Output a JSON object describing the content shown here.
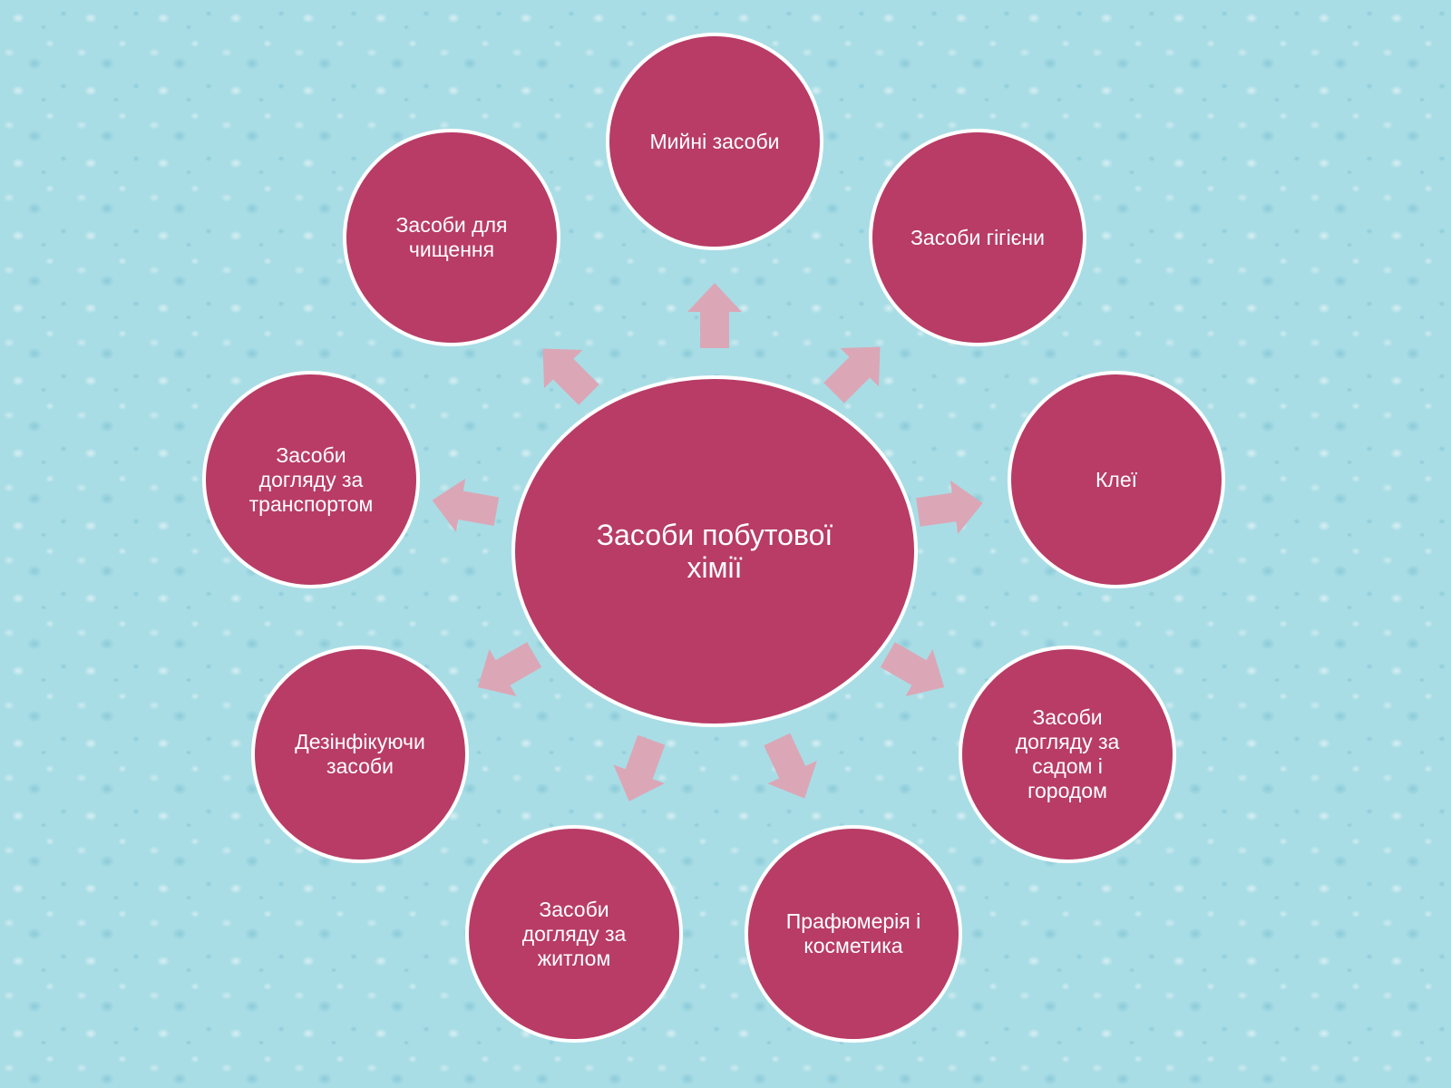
{
  "center": {
    "label": "Засоби побутової\nхімії"
  },
  "nodes": [
    {
      "id": "washing",
      "label": "Мийні засоби"
    },
    {
      "id": "hygiene",
      "label": "Засоби гігієни"
    },
    {
      "id": "glues",
      "label": "Клеї"
    },
    {
      "id": "garden",
      "label": "Засоби\nдогляду за\nсадом і\nгородом"
    },
    {
      "id": "perfumery",
      "label": "Прафюмерія і\nкосметика"
    },
    {
      "id": "housing",
      "label": "Засоби\nдогляду за\nжитлом"
    },
    {
      "id": "disinfectant",
      "label": "Дезінфікуючи\nзасоби"
    },
    {
      "id": "transport",
      "label": "Засоби\nдогляду за\nтранспортом"
    },
    {
      "id": "cleaning",
      "label": "Засоби для\nчищення"
    }
  ],
  "colors": {
    "node_fill": "#b83c66",
    "node_border": "#ffffff",
    "arrow": "#dba7b6",
    "background": "#a9dde6",
    "text": "#ffffff"
  }
}
